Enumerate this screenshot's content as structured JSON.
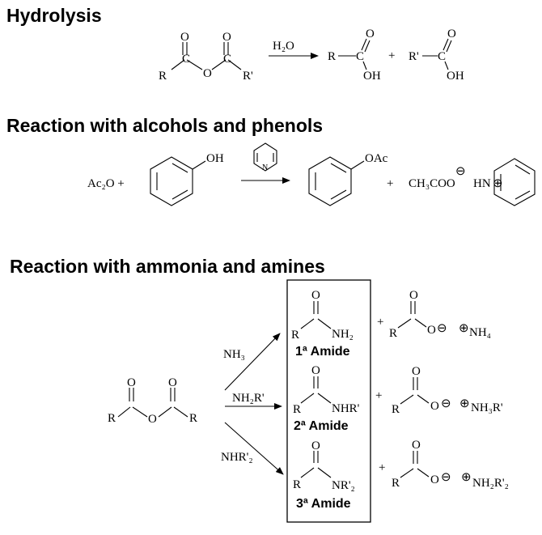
{
  "sections": {
    "hydrolysis": {
      "heading": "Hydrolysis",
      "reagent": "H₂O",
      "reactant_groups": [
        "R",
        "O",
        "R'"
      ],
      "product1_groups": [
        "R",
        "OH"
      ],
      "plus": "+",
      "product2_groups": [
        "R'",
        "OH"
      ]
    },
    "alcohols": {
      "heading": "Reaction with alcohols and phenols",
      "reactant1": "Ac₂O +",
      "phenol_group": "OH",
      "catalyst_n": "N",
      "product_group": "OAc",
      "plus": "+",
      "byproduct": "CH₃COO",
      "byproduct_cation": "HN"
    },
    "amines": {
      "heading": "Reaction with ammonia and amines",
      "reactant_groups": [
        "R",
        "R"
      ],
      "reagents": [
        "NH₃",
        "NH₂R'",
        "NHR'₂"
      ],
      "amide_groups": [
        "NH₂",
        "NHR'",
        "NR'₂"
      ],
      "amide_labels": [
        "1ª Amide",
        "2ª Amide",
        "3ª Amide"
      ],
      "salt_cations": [
        "NH₄",
        "NH₃R'",
        "NH₂R'₂"
      ],
      "plus": "+"
    }
  },
  "atoms": {
    "O": "O",
    "R": "R",
    "C": "C",
    "Rp": "R'"
  },
  "charges": {
    "minus": "⊖",
    "plus": "⊕"
  }
}
